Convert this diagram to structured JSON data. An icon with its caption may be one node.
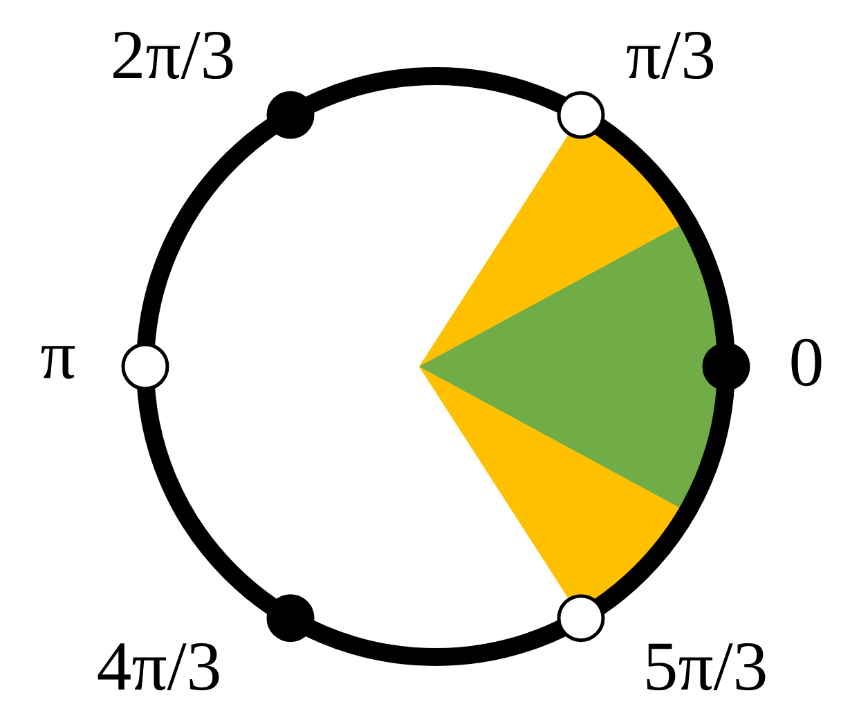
{
  "diagram": {
    "labels": [
      "2π/3",
      "π/3",
      "π",
      "0",
      "4π/3",
      "5π/3"
    ]
  }
}
